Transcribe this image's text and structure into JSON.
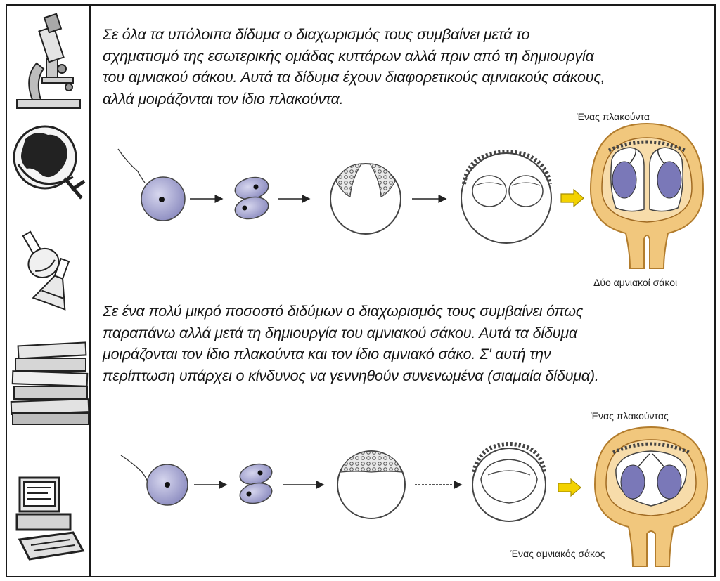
{
  "sidebar": {
    "icons": [
      "microscope-icon",
      "globe-icon",
      "flask-icon",
      "books-icon",
      "computer-icon"
    ]
  },
  "section1": {
    "lines": [
      "Σε όλα τα υπόλοιπα δίδυμα ο διαχωρισμός τους συμβαίνει μετά το",
      "σχηματισμό της εσωτερικής ομάδας κυττάρων αλλά πριν από τη δημιουργία",
      "του αμνιακού σάκου. Αυτά τα δίδυμα έχουν διαφορετικούς αμνιακούς σάκους,",
      "αλλά μοιράζονται τον ίδιο πλακούντα."
    ],
    "label_top": "Ένας πλακούντα",
    "label_bottom": "Δύο αμνιακοί σάκοι"
  },
  "section2": {
    "lines": [
      "Σε ένα πολύ μικρό ποσοστό διδύμων ο διαχωρισμός τους συμβαίνει όπως",
      "παραπάνω αλλά μετά τη δημιουργία του αμνιακού σάκου. Αυτά τα δίδυμα",
      "μοιράζονται τον ίδιο πλακούντα και τον ίδιο αμνιακό σάκο. Σ' αυτή την",
      "περίπτωση υπάρχει ο κίνδυνος να γεννηθούν συνενωμένα (σιαμαία δίδυμα)."
    ],
    "label_top": "Ένας πλακούντας",
    "label_bottom": "Ένας αμνιακός σάκος"
  },
  "colors": {
    "cell_fill": "#9a9ac8",
    "placenta": "#e8b86a",
    "placenta_light": "#f3d49a",
    "embryo": "#7a78b8",
    "arrow_fill": "#f3d200"
  }
}
